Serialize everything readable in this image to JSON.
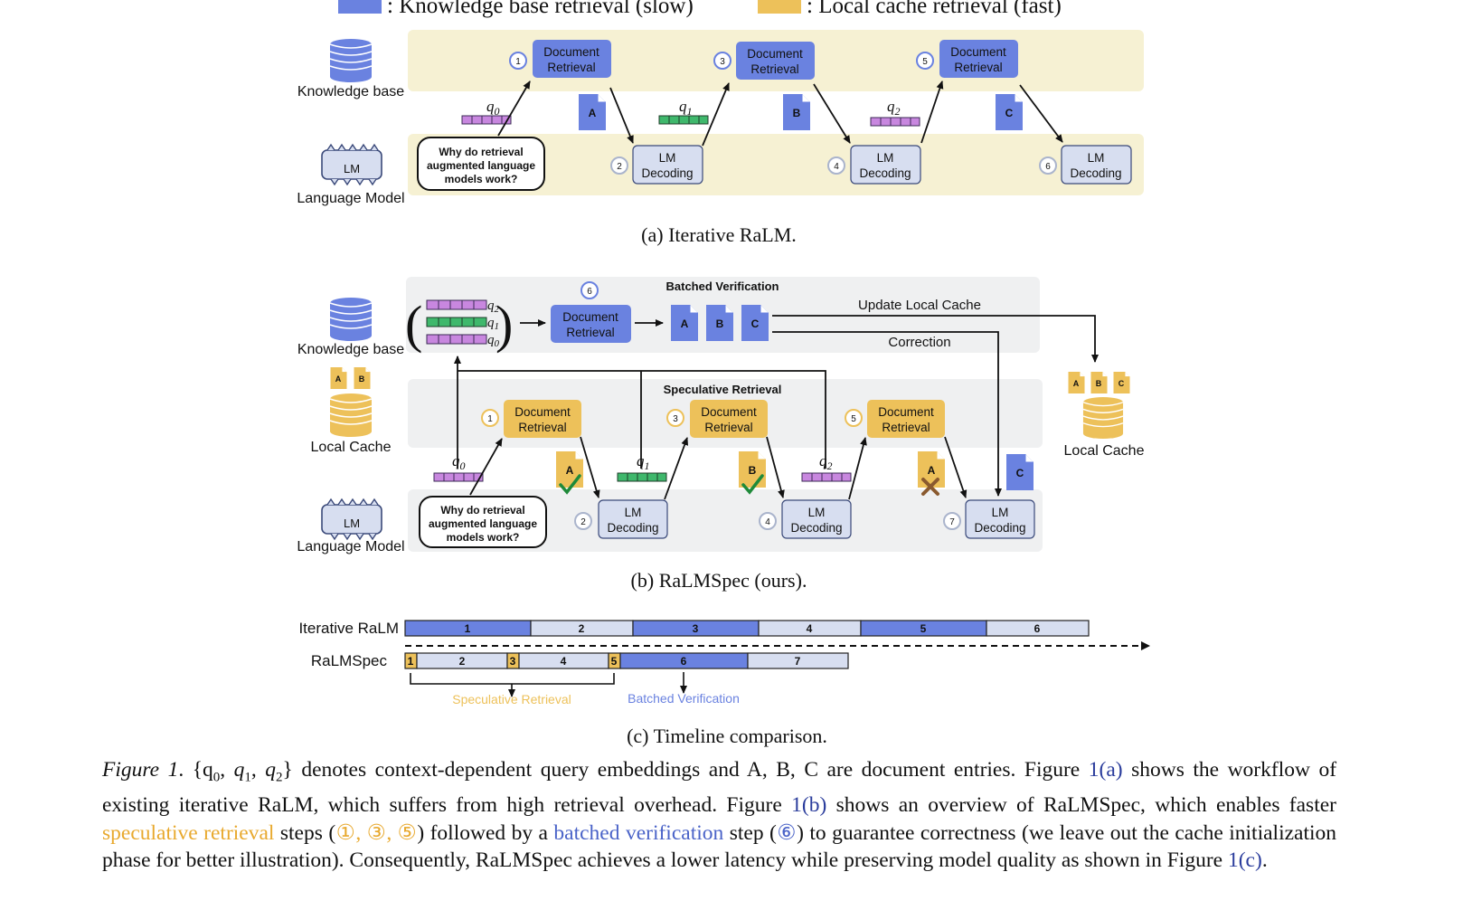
{
  "legend": {
    "slow": ": Knowledge base retrieval (slow)",
    "fast": ": Local cache retrieval (fast)"
  },
  "labels": {
    "knowledge_base": "Knowledge base",
    "language_model": "Language Model",
    "local_cache": "Local Cache",
    "lm": "LM",
    "doc_retrieval_1": "Document",
    "doc_retrieval_2": "Retrieval",
    "lm_decoding_1": "LM",
    "lm_decoding_2": "Decoding",
    "question_1": "Why do retrieval",
    "question_2": "augmented language",
    "question_3": "models work?",
    "doc_a": "A",
    "doc_b": "B",
    "doc_c": "C",
    "q0": "q0",
    "q1": "q1",
    "q2": "q2"
  },
  "panel_a": {
    "caption": "(a)  Iterative RaLM.",
    "steps": [
      "1",
      "2",
      "3",
      "4",
      "5",
      "6"
    ]
  },
  "panel_b": {
    "caption": "(b)  RaLMSpec (ours).",
    "batched_verification": "Batched Verification",
    "speculative_retrieval": "Speculative Retrieval",
    "update_local_cache": "Update Local Cache",
    "correction": "Correction",
    "steps": [
      "1",
      "2",
      "3",
      "4",
      "5",
      "6",
      "7"
    ]
  },
  "panel_c": {
    "caption": "(c)  Timeline comparison.",
    "row1_label": "Iterative RaLM",
    "row2_label": "RaLMSpec",
    "row1_segments": [
      "1",
      "2",
      "3",
      "4",
      "5",
      "6"
    ],
    "row2_segments": [
      "1",
      "2",
      "3",
      "4",
      "5",
      "6",
      "7"
    ],
    "speculative_retrieval": "Speculative Retrieval",
    "batched_verification": "Batched Verification"
  },
  "caption": {
    "fig": "Figure 1",
    "p1": ". {q",
    "t1": " denotes context-dependent query embeddings and A, B, C are document entries. Figure ",
    "r1": "1(a)",
    "t2": " shows the workflow of existing iterative RaLM, which suffers from high retrieval overhead. Figure ",
    "r2": "1(b)",
    "t3": " shows an overview of RaLMSpec, which enables faster ",
    "spec": "speculative retrieval",
    "t4": " steps (",
    "steps_spec": "①, ③, ⑤",
    "t5": ") followed by a ",
    "ver": "batched verification",
    "t6": " step (",
    "step_ver": "⑥",
    "t7": ") to guarantee correctness (we leave out the cache initialization phase for better illustration). Consequently, RaLMSpec achieves a lower latency while preserving model quality as shown in Figure ",
    "r3": "1(c)",
    "t8": "."
  },
  "colors": {
    "blue": "#6a82e0",
    "blue_light": "#d7def0",
    "gold": "#edc15a",
    "gold_light": "#efdca0",
    "purple": "#c887df",
    "green": "#3fb86c",
    "kb_band": "#f6f1d3",
    "gray_band": "#f0f1f2"
  }
}
